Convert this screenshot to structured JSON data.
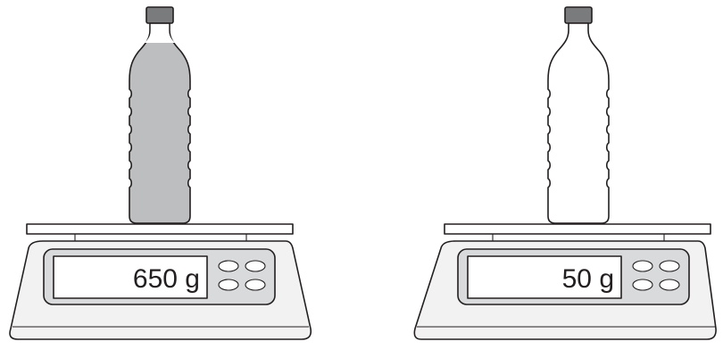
{
  "scales": [
    {
      "display_reading": "650 g",
      "bottle_state": "filled",
      "bottle_fill_color": "#bdbec0"
    },
    {
      "display_reading": "50 g",
      "bottle_state": "empty",
      "bottle_fill_color": "#ffffff"
    }
  ],
  "colors": {
    "outline": "#231f20",
    "scale_body": "#f2f2f2",
    "display_panel": "#d9dadb",
    "screen": "#ffffff",
    "bottle_cap": "#7a7b7d"
  },
  "icons": [
    "scale-button-icon",
    "bottle-cap-icon"
  ]
}
